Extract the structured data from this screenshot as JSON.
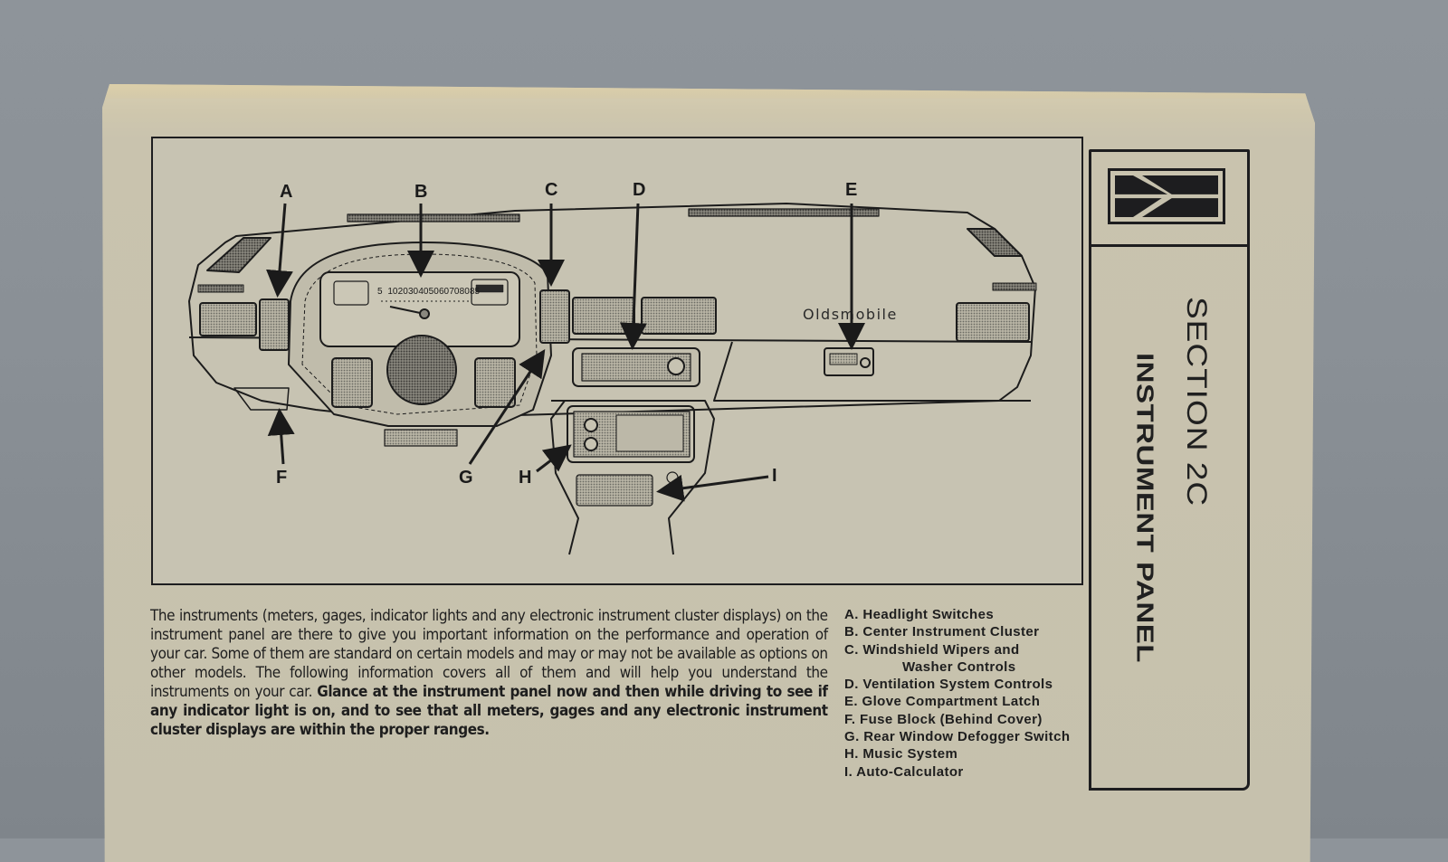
{
  "diagram": {
    "brand_text": "Oldsmobile",
    "speedometer_labels": [
      "5",
      "10",
      "20",
      "30",
      "40",
      "50",
      "60",
      "70",
      "80",
      "85"
    ],
    "callouts": [
      "A",
      "B",
      "C",
      "D",
      "E",
      "F",
      "G",
      "H",
      "I"
    ]
  },
  "intro": {
    "normal_text": "The instruments (meters, gages, indicator lights and any electronic instrument cluster displays) on the instrument panel are there to give you important information on the performance and operation of your car. Some of them are standard on certain models and may or may not be available as options on other models. The following information covers all of them and will help you understand the instruments on your car. ",
    "bold_text": "Glance at the instrument panel now and then while driving to see if any indicator light is on, and to see that all meters, gages and any electronic instrument cluster displays are within the proper ranges."
  },
  "legend": {
    "items": [
      "A. Headlight Switches",
      "B. Center Instrument Cluster",
      "C. Windshield Wipers and",
      "Washer Controls",
      "D. Ventilation System Controls",
      "E. Glove Compartment Latch",
      "F. Fuse Block (Behind Cover)",
      "G. Rear Window Defogger Switch",
      "H. Music System",
      "I. Auto-Calculator"
    ]
  },
  "section": {
    "title": "SECTION 2C",
    "subtitle": "INSTRUMENT PANEL",
    "logo_icon": "oldsmobile-rocket-logo"
  }
}
